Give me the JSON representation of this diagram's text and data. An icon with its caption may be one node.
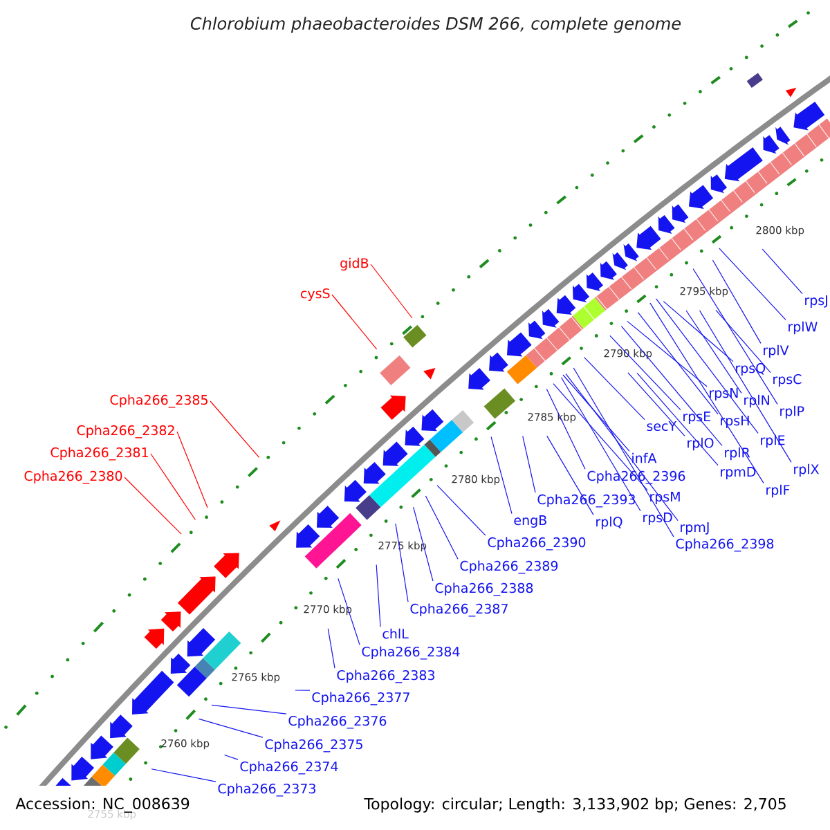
{
  "diagram": {
    "title": "Chlorobium phaeobacteroides DSM 266, complete genome",
    "nodes": [
      {
        "text": [
          "gidB"
        ]
      },
      {
        "text": [
          "cysS"
        ]
      },
      {
        "text": [
          "Cpha266_2385"
        ]
      },
      {
        "text": [
          "Cpha266_2382"
        ]
      },
      {
        "text": [
          "Cpha266_2381"
        ]
      },
      {
        "text": [
          "Cpha266_2380"
        ]
      },
      {
        "text": [
          "rpsJ"
        ]
      },
      {
        "text": [
          "rplW"
        ]
      },
      {
        "text": [
          "rplV"
        ]
      },
      {
        "text": [
          "rpsQ"
        ]
      },
      {
        "text": [
          "rpsC"
        ]
      },
      {
        "text": [
          "rpsN"
        ]
      },
      {
        "text": [
          "rplN"
        ]
      },
      {
        "text": [
          "rplP"
        ]
      },
      {
        "text": [
          "rpsE"
        ]
      },
      {
        "text": [
          "rpsH"
        ]
      },
      {
        "text": [
          "secY"
        ]
      },
      {
        "text": [
          "rplE"
        ]
      },
      {
        "text": [
          "rplO"
        ]
      },
      {
        "text": [
          "rplR"
        ]
      },
      {
        "text": [
          "infA"
        ]
      },
      {
        "text": [
          "rplX"
        ]
      },
      {
        "text": [
          "rpmD"
        ]
      },
      {
        "text": [
          "Cpha266_2396"
        ]
      },
      {
        "text": [
          "rplF"
        ]
      },
      {
        "text": [
          "rpsM"
        ]
      },
      {
        "text": [
          "Cpha266_2393"
        ]
      },
      {
        "text": [
          "rpsD"
        ]
      },
      {
        "text": [
          "engB"
        ]
      },
      {
        "text": [
          "rplQ"
        ]
      },
      {
        "text": [
          "rpmJ"
        ]
      },
      {
        "text": [
          "Cpha266_2390"
        ]
      },
      {
        "text": [
          "Cpha266_2398"
        ]
      },
      {
        "text": [
          "Cpha266_2389"
        ]
      },
      {
        "text": [
          "Cpha266_2388"
        ]
      },
      {
        "text": [
          "Cpha266_2387"
        ]
      },
      {
        "text": [
          "chlL"
        ]
      },
      {
        "text": [
          "Cpha266_2384"
        ]
      },
      {
        "text": [
          "Cpha266_2383"
        ]
      },
      {
        "text": [
          "Cpha266_2377"
        ]
      },
      {
        "text": [
          "Cpha266_2376"
        ]
      },
      {
        "text": [
          "Cpha266_2375"
        ]
      },
      {
        "text": [
          "Cpha266_2374"
        ]
      },
      {
        "text": [
          "Cpha266_2373"
        ]
      }
    ],
    "edges": [
      {
        "from": 0,
        "to": null,
        "arrow": "none",
        "color": "#ff0000"
      },
      {
        "from": 1,
        "to": null,
        "arrow": "none",
        "color": "#ff0000"
      },
      {
        "from": 2,
        "to": null,
        "arrow": "none",
        "color": "#ff0000"
      },
      {
        "from": 3,
        "to": null,
        "arrow": "none",
        "color": "#ff0000"
      },
      {
        "from": 4,
        "to": null,
        "arrow": "none",
        "color": "#ff0000"
      },
      {
        "from": 5,
        "to": null,
        "arrow": "none",
        "color": "#ff0000"
      },
      {
        "from": 6,
        "to": null,
        "arrow": "none"
      },
      {
        "from": 7,
        "to": null,
        "arrow": "none"
      },
      {
        "from": 8,
        "to": null,
        "arrow": "none"
      },
      {
        "from": 9,
        "to": null,
        "arrow": "none"
      },
      {
        "from": 10,
        "to": null,
        "arrow": "none"
      },
      {
        "from": 11,
        "to": null,
        "arrow": "none"
      },
      {
        "from": 12,
        "to": null,
        "arrow": "none"
      },
      {
        "from": 13,
        "to": null,
        "arrow": "none"
      },
      {
        "from": 14,
        "to": null,
        "arrow": "none"
      },
      {
        "from": 15,
        "to": null,
        "arrow": "none"
      },
      {
        "from": 16,
        "to": null,
        "arrow": "none"
      },
      {
        "from": 17,
        "to": null,
        "arrow": "none"
      },
      {
        "from": 18,
        "to": null,
        "arrow": "none"
      },
      {
        "from": 19,
        "to": null,
        "arrow": "none"
      },
      {
        "from": 20,
        "to": null,
        "arrow": "none"
      },
      {
        "from": 21,
        "to": null,
        "arrow": "none"
      },
      {
        "from": 22,
        "to": null,
        "arrow": "none"
      },
      {
        "from": 23,
        "to": null,
        "arrow": "none"
      },
      {
        "from": 24,
        "to": null,
        "arrow": "none"
      },
      {
        "from": 25,
        "to": null,
        "arrow": "none"
      },
      {
        "from": 26,
        "to": null,
        "arrow": "none"
      },
      {
        "from": 27,
        "to": null,
        "arrow": "none"
      },
      {
        "from": 28,
        "to": null,
        "arrow": "none"
      },
      {
        "from": 29,
        "to": null,
        "arrow": "none"
      },
      {
        "from": 30,
        "to": null,
        "arrow": "none"
      },
      {
        "from": 31,
        "to": null,
        "arrow": "none"
      },
      {
        "from": 32,
        "to": null,
        "arrow": "none"
      },
      {
        "from": 33,
        "to": null,
        "arrow": "none"
      },
      {
        "from": 34,
        "to": null,
        "arrow": "none"
      },
      {
        "from": 35,
        "to": null,
        "arrow": "none"
      },
      {
        "from": 36,
        "to": null,
        "arrow": "none"
      },
      {
        "from": 37,
        "to": null,
        "arrow": "none"
      },
      {
        "from": 38,
        "to": null,
        "arrow": "none"
      },
      {
        "from": 39,
        "to": null,
        "arrow": "none"
      },
      {
        "from": 40,
        "to": null,
        "arrow": "none"
      },
      {
        "from": 41,
        "to": null,
        "arrow": "none"
      },
      {
        "from": 42,
        "to": null,
        "arrow": "none"
      },
      {
        "from": 43,
        "to": null,
        "arrow": "none"
      }
    ],
    "labels": [
      "2755 kbp",
      "2760 kbp",
      "2765 kbp",
      "2770 kbp",
      "2775 kbp",
      "2780 kbp",
      "2785 kbp",
      "2790 kbp",
      "2795 kbp",
      "2800 kbp",
      "Accession: NC_008639",
      "Topology: circular; Length: 3,133,902 bp; Genes: 2,705"
    ]
  }
}
